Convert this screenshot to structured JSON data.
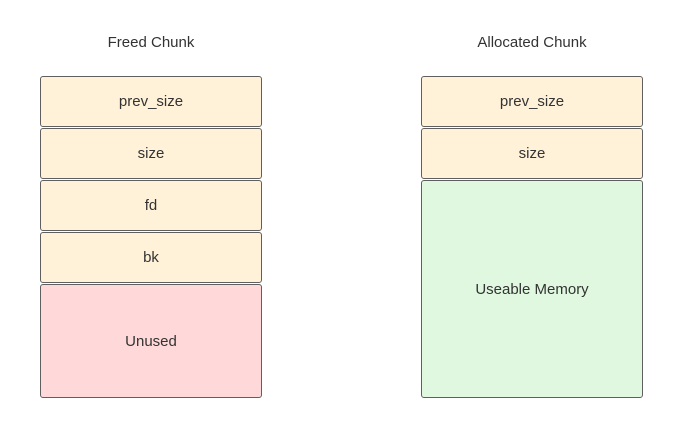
{
  "colors": {
    "field_fill": "#fff2d9",
    "unused_fill": "#ffd9d9",
    "memory_fill": "#e0f8e0",
    "border": "#5f5f5f",
    "text": "#333333"
  },
  "freed": {
    "title": "Freed Chunk",
    "fields": [
      "prev_size",
      "size",
      "fd",
      "bk"
    ],
    "unused_label": "Unused"
  },
  "allocated": {
    "title": "Allocated Chunk",
    "fields": [
      "prev_size",
      "size"
    ],
    "memory_label": "Useable Memory"
  }
}
